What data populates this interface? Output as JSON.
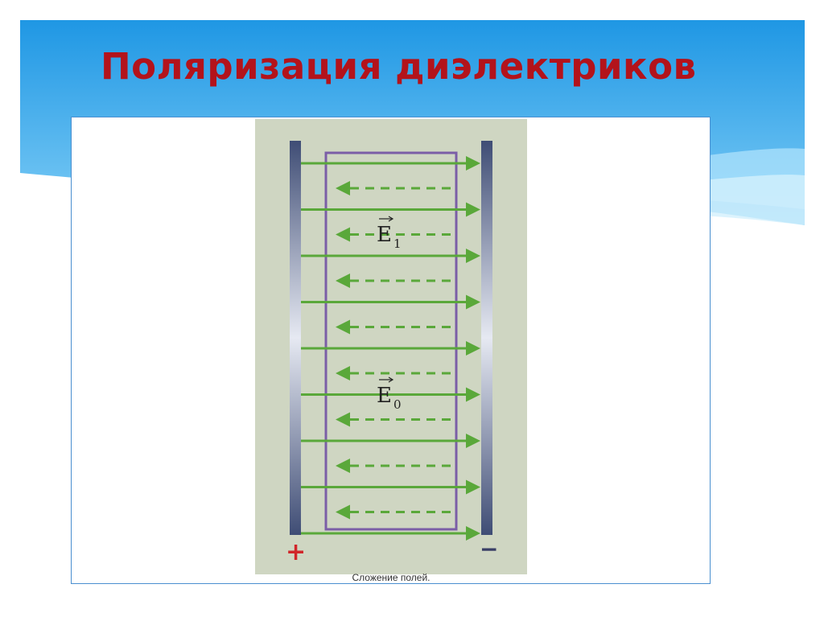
{
  "slide": {
    "title": "Поляризация диэлектриков",
    "caption": "Сложение полей."
  },
  "diagram": {
    "labels": {
      "e1": "E",
      "e1_sub": "1",
      "e0": "E",
      "e0_sub": "0",
      "plus": "+",
      "minus": "−"
    },
    "colors": {
      "background": "#cfd6c2",
      "field_lines": "#5aa83a",
      "dielectric_border": "#7b5ea7",
      "plus_sign": "#d1262a",
      "minus_sign": "#3a3f66"
    }
  }
}
